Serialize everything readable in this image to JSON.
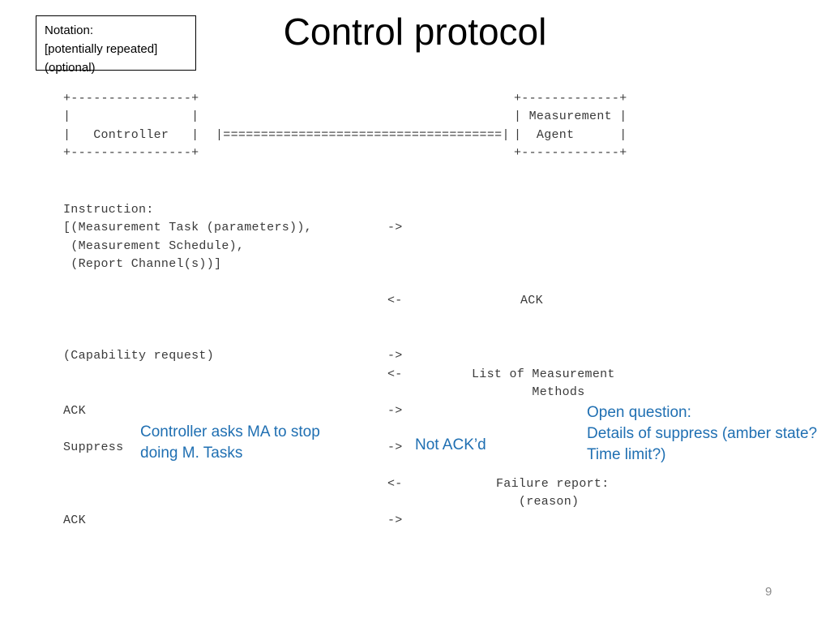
{
  "slide": {
    "title": "Control protocol",
    "page_number": "9",
    "accent_color": "#1F6FB2",
    "mono_color": "#3a3a3a"
  },
  "notation_box": {
    "lines": [
      "Notation:",
      "[potentially repeated]",
      "(optional)"
    ]
  },
  "diagram": {
    "controller_box": "+----------------+\n|                |\n|   Controller   |\n+----------------+",
    "agent_box": "+-------------+\n| Measurement |\n|  Agent      |\n+-------------+",
    "connector": "|=====================================|",
    "boxes": {
      "left_label": "Controller",
      "right_label_line1": "Measurement",
      "right_label_line2": "Agent"
    }
  },
  "messages": [
    {
      "id": "instruction",
      "left_text": "Instruction:\n[(Measurement Task (parameters)),\n (Measurement Schedule),\n (Report Channel(s))]",
      "arrow": "->",
      "right_text": ""
    },
    {
      "id": "ack1",
      "left_text": "",
      "arrow": "<-",
      "right_text": "ACK"
    },
    {
      "id": "capability-request",
      "left_text": "(Capability request)",
      "arrow": "->",
      "right_text": ""
    },
    {
      "id": "list-of-methods",
      "left_text": "",
      "arrow": "<-",
      "right_text": "List of Measurement\n        Methods"
    },
    {
      "id": "ack2",
      "left_text": "ACK",
      "arrow": "->",
      "right_text": ""
    },
    {
      "id": "suppress",
      "left_text": "Suppress",
      "arrow": "->",
      "right_text": ""
    },
    {
      "id": "failure-report",
      "left_text": "",
      "arrow": "<-",
      "right_text": "Failure report:\n   (reason)"
    },
    {
      "id": "ack3",
      "left_text": "ACK",
      "arrow": "->",
      "right_text": ""
    }
  ],
  "annotations": {
    "controller_asks": "Controller asks MA to stop doing M. Tasks",
    "not_ackd": "Not ACK’d",
    "open_question": "Open question:\nDetails of suppress (amber state? Time limit?)"
  }
}
